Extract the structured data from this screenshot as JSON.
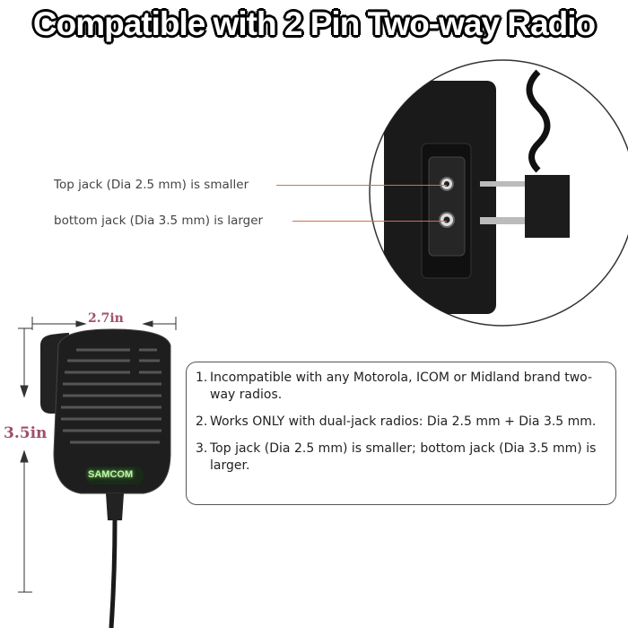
{
  "title": "Compatible with 2 Pin Two-way Radio",
  "jack_labels": {
    "top": "Top jack (Dia 2.5 mm) is smaller",
    "bottom": "bottom jack (Dia 3.5 mm) is larger"
  },
  "dimensions": {
    "width": "2.7in",
    "height": "3.5in"
  },
  "brand_logo": "SAMCOM",
  "notes": [
    {
      "num": "1.",
      "text": "Incompatible with any Motorola, ICOM or Midland brand two-way radios."
    },
    {
      "num": "2.",
      "text": "Works ONLY with dual-jack radios: Dia 2.5 mm + Dia 3.5 mm."
    },
    {
      "num": "3.",
      "text": "Top jack (Dia 2.5 mm) is smaller; bottom jack (Dia 3.5 mm) is larger."
    }
  ],
  "colors": {
    "leader_line": "#d0704a",
    "dimension_text": "#a0506a",
    "logo_glow": "#7fdc6a"
  }
}
